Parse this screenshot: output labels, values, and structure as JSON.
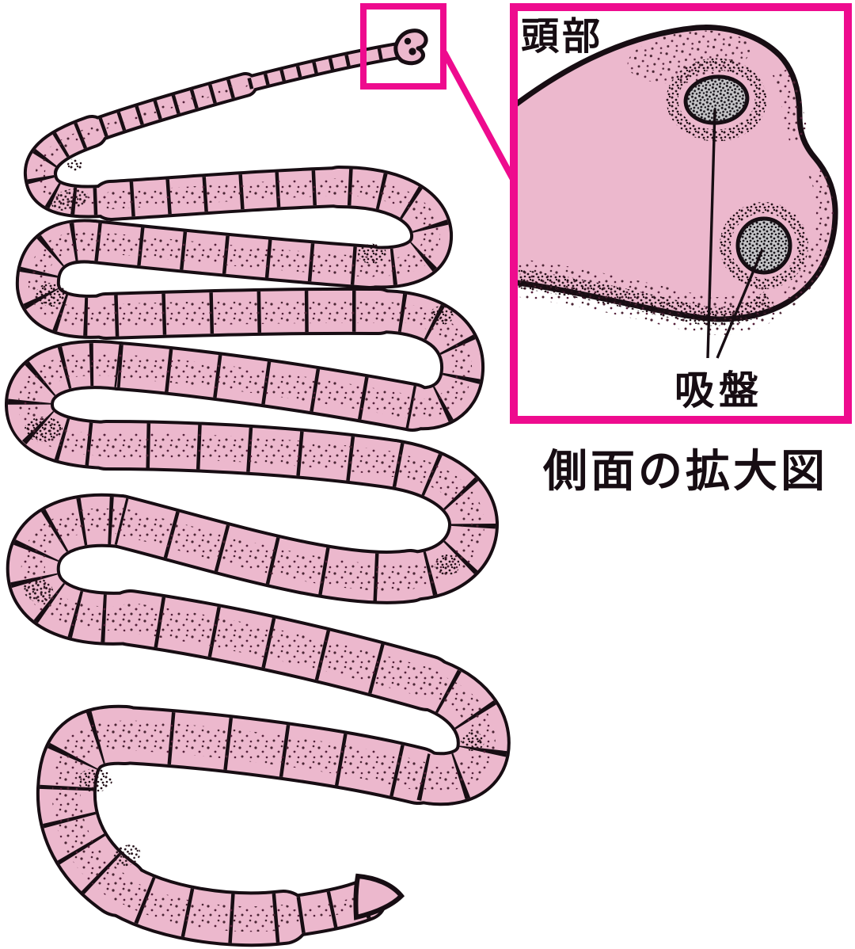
{
  "figure": {
    "inset": {
      "head_label": "頭部",
      "sucker_label": "吸盤"
    },
    "caption": "側面の拡大図",
    "colors": {
      "body_pink": "#ecb8cd",
      "outline_black": "#170d13",
      "callout_magenta": "#ee0b8e",
      "sucker_grey": "#c6c5c8",
      "stipple_maroon": "#4a2433",
      "background": "#ffffff"
    }
  }
}
